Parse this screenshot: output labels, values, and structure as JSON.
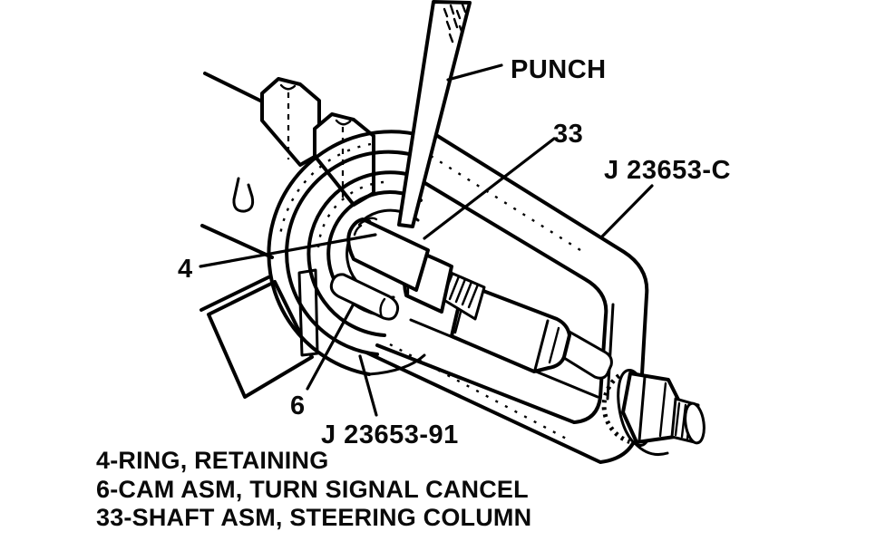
{
  "figure": {
    "type": "technical-line-illustration",
    "subject": "Removing steering column shaft / turn signal cancel cam with punch and puller tools",
    "background_color": "#ffffff",
    "ink_color": "#000000",
    "callouts": [
      {
        "id": "punch",
        "label": "PUNCH"
      },
      {
        "id": "shaft-asm",
        "label": "33"
      },
      {
        "id": "puller-frame",
        "label": "J 23653-C"
      },
      {
        "id": "retaining-ring",
        "label": "4"
      },
      {
        "id": "cancel-cam",
        "label": "6"
      },
      {
        "id": "adapter",
        "label": "J 23653-91"
      }
    ],
    "legend": [
      {
        "label": "4-RING, RETAINING"
      },
      {
        "label": "6-CAM ASM, TURN SIGNAL CANCEL"
      },
      {
        "label": "33-SHAFT ASM, STEERING COLUMN"
      }
    ]
  }
}
